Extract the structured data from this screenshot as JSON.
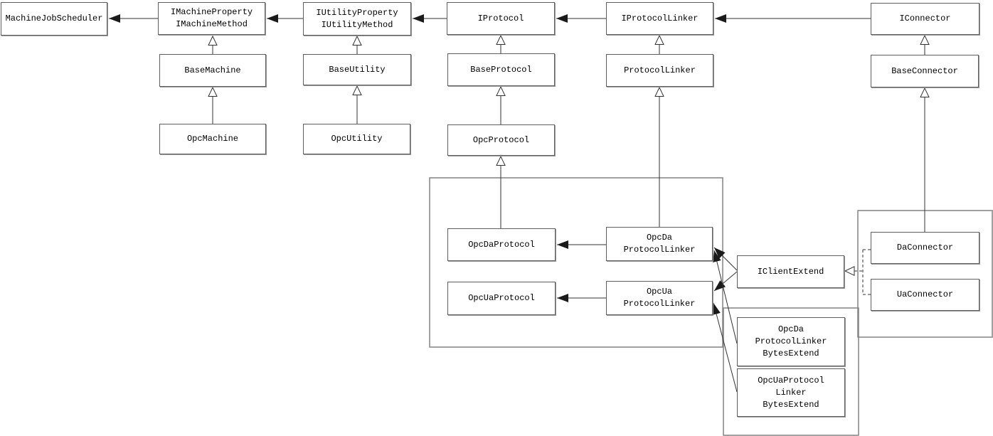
{
  "diagram": {
    "kind": "uml-class-diagram",
    "colors": {
      "background": "#ffffff",
      "box_fill": "#ffffff",
      "box_border": "#5f5f5f",
      "container_border": "#828282",
      "line": "#333333",
      "arrowhead_fill": "#1a1a1a",
      "text": "#000000"
    },
    "nodes": [
      {
        "id": "machine-job-scheduler",
        "lines": [
          "MachineJobScheduler"
        ]
      },
      {
        "id": "i-machine-property-method",
        "lines": [
          "IMachineProperty",
          "IMachineMethod"
        ]
      },
      {
        "id": "i-utility-property-method",
        "lines": [
          "IUtilityProperty",
          "IUtilityMethod"
        ]
      },
      {
        "id": "i-protocol",
        "lines": [
          "IProtocol"
        ]
      },
      {
        "id": "i-protocol-linker",
        "lines": [
          "IProtocolLinker"
        ]
      },
      {
        "id": "i-connector",
        "lines": [
          "IConnector"
        ]
      },
      {
        "id": "base-machine",
        "lines": [
          "BaseMachine"
        ]
      },
      {
        "id": "base-utility",
        "lines": [
          "BaseUtility"
        ]
      },
      {
        "id": "base-protocol",
        "lines": [
          "BaseProtocol"
        ]
      },
      {
        "id": "protocol-linker",
        "lines": [
          "ProtocolLinker"
        ]
      },
      {
        "id": "base-connector",
        "lines": [
          "BaseConnector"
        ]
      },
      {
        "id": "opc-machine",
        "lines": [
          "OpcMachine"
        ]
      },
      {
        "id": "opc-utility",
        "lines": [
          "OpcUtility"
        ]
      },
      {
        "id": "opc-protocol",
        "lines": [
          "OpcProtocol"
        ]
      },
      {
        "id": "opc-da-protocol",
        "lines": [
          "OpcDaProtocol"
        ]
      },
      {
        "id": "opc-ua-protocol",
        "lines": [
          "OpcUaProtocol"
        ]
      },
      {
        "id": "opc-da-protocol-linker",
        "lines": [
          "OpcDa",
          "ProtocolLinker"
        ]
      },
      {
        "id": "opc-ua-protocol-linker",
        "lines": [
          "OpcUa",
          "ProtocolLinker"
        ]
      },
      {
        "id": "i-client-extend",
        "lines": [
          "IClientExtend"
        ]
      },
      {
        "id": "da-connector",
        "lines": [
          "DaConnector"
        ]
      },
      {
        "id": "ua-connector",
        "lines": [
          "UaConnector"
        ]
      },
      {
        "id": "opc-da-protocol-linker-bytes-extend",
        "lines": [
          "OpcDa",
          "ProtocolLinker",
          "BytesExtend"
        ]
      },
      {
        "id": "opc-ua-protocol-linker-bytes-extend",
        "lines": [
          "OpcUaProtocol",
          "Linker",
          "BytesExtend"
        ]
      }
    ],
    "edges": [
      {
        "from": "IMachineProperty/IMachineMethod",
        "to": "MachineJobScheduler",
        "type": "dependency-arrow"
      },
      {
        "from": "IUtilityProperty/IUtilityMethod",
        "to": "IMachineProperty/IMachineMethod",
        "type": "dependency-arrow"
      },
      {
        "from": "IProtocol",
        "to": "IUtilityProperty/IUtilityMethod",
        "type": "dependency-arrow"
      },
      {
        "from": "IProtocolLinker",
        "to": "IProtocol",
        "type": "dependency-arrow"
      },
      {
        "from": "IConnector",
        "to": "IProtocolLinker",
        "type": "dependency-arrow"
      },
      {
        "from": "OpcDaProtocolLinker",
        "to": "OpcDaProtocol",
        "type": "dependency-arrow"
      },
      {
        "from": "OpcUaProtocolLinker",
        "to": "OpcUaProtocol",
        "type": "dependency-arrow"
      },
      {
        "from": "BaseMachine",
        "to": "IMachineProperty/IMachineMethod",
        "type": "generalization"
      },
      {
        "from": "OpcMachine",
        "to": "BaseMachine",
        "type": "generalization"
      },
      {
        "from": "BaseUtility",
        "to": "IUtilityProperty/IUtilityMethod",
        "type": "generalization"
      },
      {
        "from": "OpcUtility",
        "to": "BaseUtility",
        "type": "generalization"
      },
      {
        "from": "BaseProtocol",
        "to": "IProtocol",
        "type": "generalization"
      },
      {
        "from": "OpcProtocol",
        "to": "BaseProtocol",
        "type": "generalization"
      },
      {
        "from": "OpcDaProtocol",
        "to": "OpcProtocol",
        "type": "generalization"
      },
      {
        "from": "ProtocolLinker",
        "to": "IProtocolLinker",
        "type": "generalization"
      },
      {
        "from": "OpcDaProtocolLinker",
        "to": "ProtocolLinker",
        "type": "generalization"
      },
      {
        "from": "BaseConnector",
        "to": "IConnector",
        "type": "generalization"
      },
      {
        "from": "DaConnector",
        "to": "BaseConnector",
        "type": "generalization"
      },
      {
        "from": "IClientExtend",
        "to": "OpcDaProtocolLinker",
        "type": "association-arrow"
      },
      {
        "from": "IClientExtend",
        "to": "OpcUaProtocolLinker",
        "type": "association-arrow"
      },
      {
        "from": "OpcDaProtocolLinkerBytesExtend",
        "to": "OpcDaProtocolLinker",
        "type": "association-arrow"
      },
      {
        "from": "OpcUaProtocolLinkerBytesExtend",
        "to": "OpcUaProtocolLinker",
        "type": "association-arrow"
      },
      {
        "from": "DaConnector",
        "to": "IClientExtend",
        "type": "realization-dashed"
      },
      {
        "from": "UaConnector",
        "to": "IClientExtend",
        "type": "realization-dashed"
      }
    ],
    "groups": [
      {
        "id": "opc-protocol-group"
      },
      {
        "id": "bytes-extend-group"
      },
      {
        "id": "connector-group"
      }
    ]
  }
}
